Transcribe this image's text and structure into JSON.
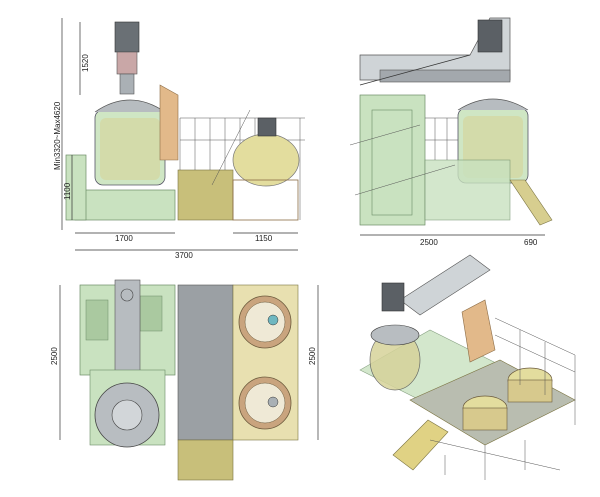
{
  "front_view": {
    "dim_height_top": "1520",
    "dim_height_total": "Min3320~Max4620",
    "dim_height_base": "1100",
    "dim_width_left": "1700",
    "dim_width_right": "1150",
    "dim_width_total": "3700"
  },
  "side_view": {
    "dim_width_main": "2500",
    "dim_width_stairs": "690"
  },
  "top_view": {
    "dim_depth_left": "2500",
    "dim_depth_right": "2500"
  },
  "colors": {
    "frame_green": "#b9d9b0",
    "tank_yellow": "#d9d38c",
    "platform_olive": "#c8bf7a",
    "panel_tan": "#e2b98a",
    "steel_grey": "#a3a8ad",
    "tread_grey": "#8d9296",
    "motor_dark": "#5b6065"
  }
}
